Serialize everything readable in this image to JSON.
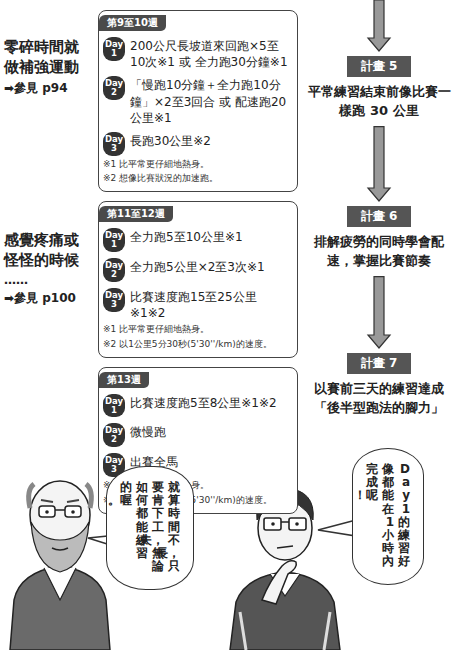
{
  "diagram": {
    "nodes": [
      {
        "text": [
          "第9至10週",
          "200公尺長坡道來回跑×5至10次※1 或 全力跑30分鐘※1",
          "「慢跑10分鐘＋全力跑10分鐘」×2至3回合 或 配速跑20公里※1",
          "長跑30公里※2",
          "※1 比平常更仔細地熱身。",
          "※2 想像比賽狀況的加速跑。"
        ]
      },
      {
        "text": [
          "Day 1"
        ],
        "in": 0
      },
      {
        "text": [
          "Day 2"
        ],
        "in": 0
      },
      {
        "text": [
          "Day 3"
        ],
        "in": 0
      },
      {
        "text": [
          "第11至12週",
          "全力跑5至10公里※1",
          "全力跑5公里×2至3次※1",
          "比賽速度跑15至25公里※1※2",
          "※1 比平常更仔細地熱身。",
          "※2 以1公里5分30秒(5'30''/km)的速度。"
        ]
      },
      {
        "text": [
          "Day 1"
        ],
        "in": 4
      },
      {
        "text": [
          "Day 2"
        ],
        "in": 4
      },
      {
        "text": [
          "Day 3"
        ],
        "in": 4
      },
      {
        "text": [
          "第13週",
          "比賽速度跑5至8公里※1※2",
          "微慢跑",
          "出賽全馬",
          "※1 比平常更仔細地熱身。",
          "※2 以1公里5分30秒(5'30''/km)的速度。"
        ]
      },
      {
        "text": [
          "Day 1"
        ],
        "in": 8
      },
      {
        "text": [
          "Day 2"
        ],
        "in": 8
      },
      {
        "text": [
          "Day 3"
        ],
        "in": 8
      },
      {
        "text": [
          "計畫 5",
          "平常練習結束前像比賽一樣跑 30 公里"
        ]
      },
      {
        "text": [
          "計畫 6",
          "排解疲勞的同時學會配速，掌握比賽節奏"
        ]
      },
      {
        "text": [
          "計畫 7",
          "以賽前三天的練習達成「後半型跑法的腳力」"
        ]
      },
      {
        "text": [
          "就算時間不長，只要肯下工夫，無論如何都能練習的喔。"
        ]
      },
      {
        "text": [
          "Day 1 的練習好像都能在1小時內完成呢！"
        ]
      }
    ],
    "edges": [
      {
        "from": 12,
        "to": 13,
        "arrow": "to"
      },
      {
        "from": 13,
        "to": 14,
        "arrow": "to"
      }
    ],
    "labels": [
      "零碎時間就做補強運動",
      "➡參見 p94",
      "感覺疼痛或怪怪的時候",
      "……",
      "➡參見 p100"
    ]
  }
}
